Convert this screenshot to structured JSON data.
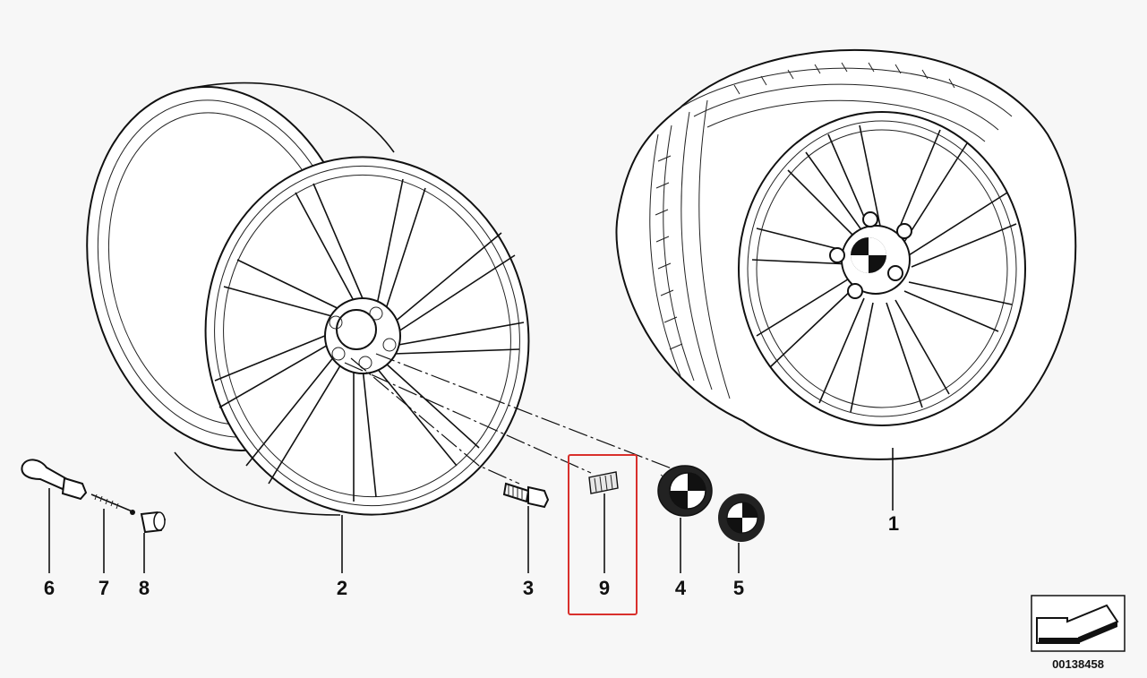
{
  "diagram": {
    "parts": [
      {
        "id": "1",
        "label": "1",
        "name": "complete-wheel-with-tire"
      },
      {
        "id": "2",
        "label": "2",
        "name": "light-alloy-rim"
      },
      {
        "id": "3",
        "label": "3",
        "name": "wheel-bolt"
      },
      {
        "id": "4",
        "label": "4",
        "name": "hub-cap-emblem"
      },
      {
        "id": "5",
        "label": "5",
        "name": "emblem-sticker"
      },
      {
        "id": "6",
        "label": "6",
        "name": "tire-valve"
      },
      {
        "id": "7",
        "label": "7",
        "name": "valve-core"
      },
      {
        "id": "8",
        "label": "8",
        "name": "valve-cap"
      },
      {
        "id": "9",
        "label": "9",
        "name": "balance-weight"
      }
    ],
    "highlighted_part": "9",
    "highlight_color": "#d9302c",
    "catalog_number": "00138458",
    "corner_icon": "arrow-icon"
  }
}
